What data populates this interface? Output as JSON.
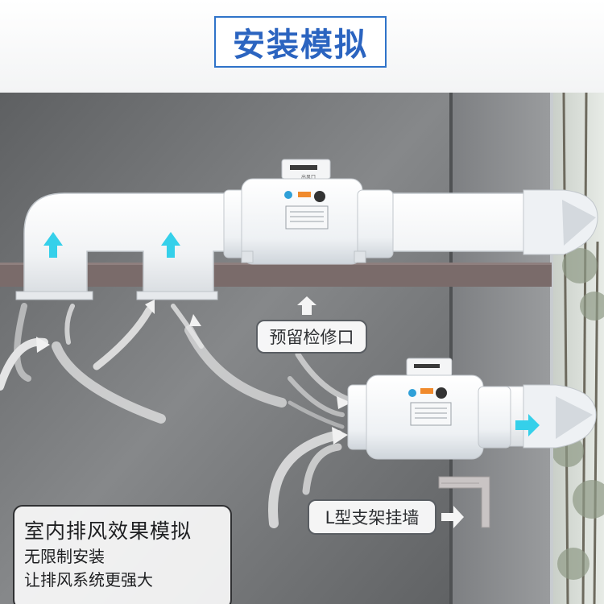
{
  "header": {
    "title": "安装模拟"
  },
  "labels": {
    "access_port": "预留检修口",
    "l_bracket": "L型支架挂墙"
  },
  "fan_label": "出风口",
  "caption": {
    "title": "室内排风效果模拟",
    "line1": "无限制安装",
    "line2": "让排风系统更强大"
  },
  "colors": {
    "title_blue": "#2b64c0",
    "airflow_cyan": "#35d0ea",
    "ceiling_slab": "#7a6b6a",
    "wall_gray": "#6f7173"
  },
  "icons": [
    "up-arrow-icon",
    "right-arrow-icon",
    "airflow-arrow-icon",
    "pointer-arrow-icon"
  ]
}
